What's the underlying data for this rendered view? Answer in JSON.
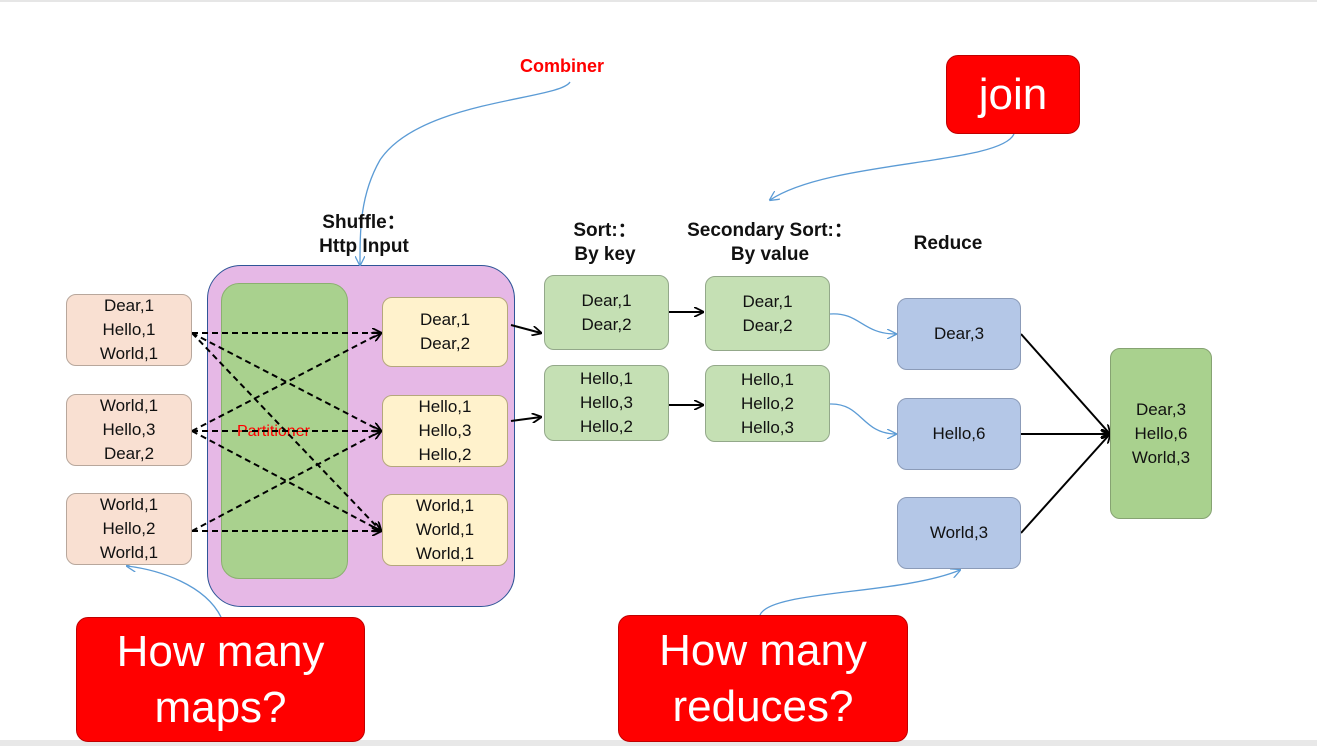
{
  "annotations": {
    "combiner": "Combiner",
    "join": "join",
    "partitioner": "Partitioner"
  },
  "headings": {
    "shuffle": [
      "Shuffle：",
      "Http Input"
    ],
    "sort": [
      "Sort:：",
      "By key"
    ],
    "secondary_sort": [
      "Secondary Sort:：",
      "By value"
    ],
    "reduce": "Reduce"
  },
  "map_outputs": [
    [
      "Dear,1",
      "Hello,1",
      "World,1"
    ],
    [
      "World,1",
      "Hello,3",
      "Dear,2"
    ],
    [
      "World,1",
      "Hello,2",
      "World,1"
    ]
  ],
  "partition_outputs": [
    [
      "Dear,1",
      "Dear,2"
    ],
    [
      "Hello,1",
      "Hello,3",
      "Hello,2"
    ],
    [
      "World,1",
      "World,1",
      "World,1"
    ]
  ],
  "sorted_by_key": [
    [
      "Dear,1",
      "Dear,2"
    ],
    [
      "Hello,1",
      "Hello,3",
      "Hello,2"
    ]
  ],
  "sorted_by_value": [
    [
      "Dear,1",
      "Dear,2"
    ],
    [
      "Hello,1",
      "Hello,2",
      "Hello,3"
    ]
  ],
  "reduce_outputs": [
    "Dear,3",
    "Hello,6",
    "World,3"
  ],
  "final_output": [
    "Dear,3",
    "Hello,6",
    "World,3"
  ],
  "callouts": {
    "maps": [
      "How many",
      "maps?"
    ],
    "reduces": [
      "How many",
      "reduces?"
    ]
  },
  "colors": {
    "map": "#f9e0d2",
    "shuffle": "#e6b8e6",
    "partitioner": "#a9d18e",
    "partition_output": "#fff2cc",
    "sorted": "#c5e0b4",
    "reduce": "#b4c7e7",
    "callout": "#ff0000",
    "connector": "#5b9bd5"
  }
}
